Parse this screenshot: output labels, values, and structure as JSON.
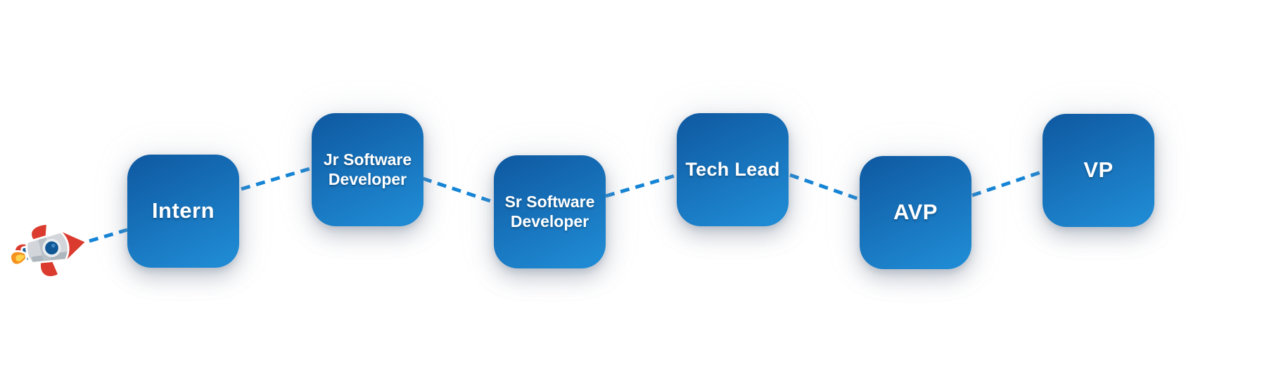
{
  "diagram": {
    "nodes": [
      {
        "id": "intern",
        "label": "Intern"
      },
      {
        "id": "jr-software-developer",
        "label": "Jr Software Developer"
      },
      {
        "id": "sr-software-developer",
        "label": "Sr Software Developer"
      },
      {
        "id": "tech-lead",
        "label": "Tech Lead"
      },
      {
        "id": "avp",
        "label": "AVP"
      },
      {
        "id": "vp",
        "label": "VP"
      }
    ],
    "start_icon": "rocket-icon",
    "colors": {
      "box_gradient_top": "#0e58a0",
      "box_gradient_bottom": "#1f8ad3",
      "connector": "#1585d6",
      "label_text": "#ffffff"
    }
  }
}
